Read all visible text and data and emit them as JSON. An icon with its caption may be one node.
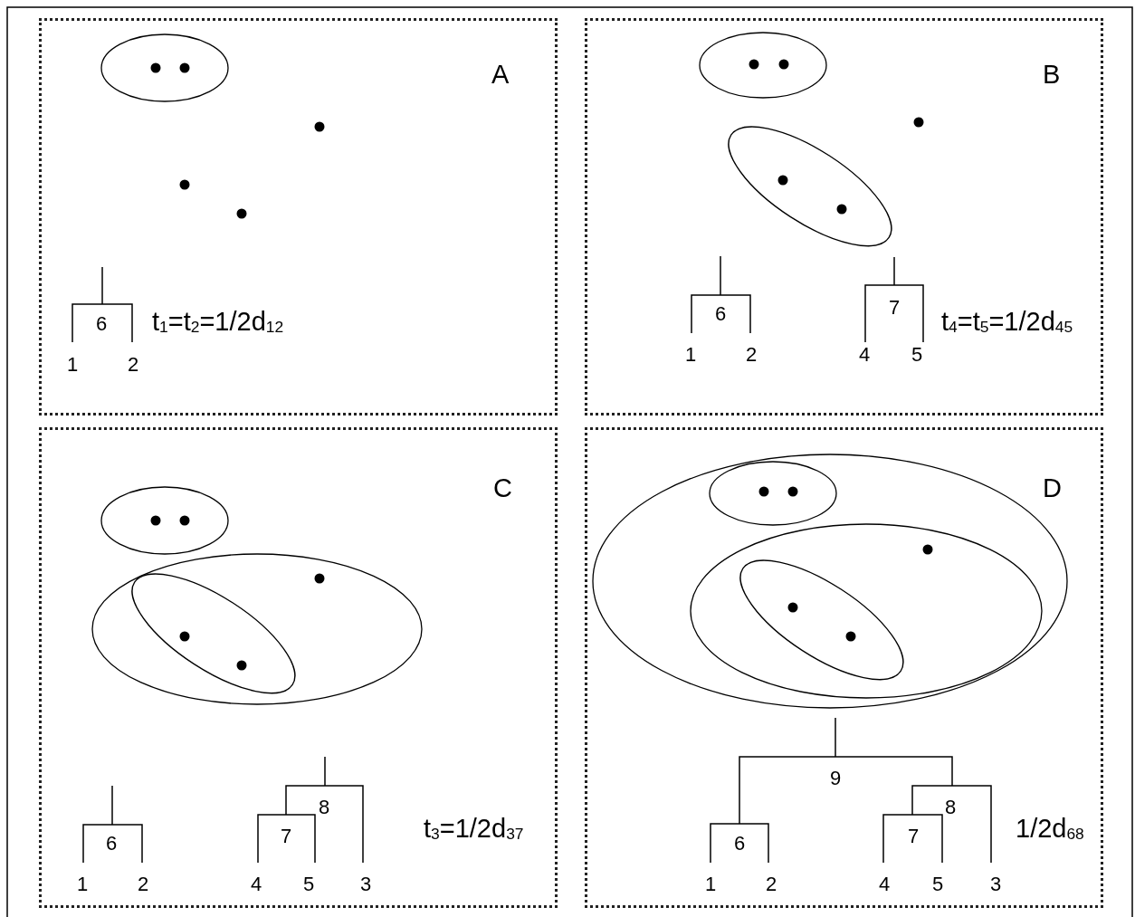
{
  "diagram": {
    "nodes": [
      {
        "text": [
          "A"
        ]
      },
      {
        "text": [],
        "shape": "ellipse",
        "in": 0
      },
      {
        "text": [
          "B"
        ]
      },
      {
        "text": [],
        "shape": "ellipse",
        "in": 2
      },
      {
        "text": [],
        "shape": "ellipse",
        "in": 2
      },
      {
        "text": [
          "C"
        ]
      },
      {
        "text": [],
        "shape": "ellipse",
        "in": 5
      },
      {
        "text": [],
        "shape": "ellipse",
        "in": 5
      },
      {
        "text": [],
        "shape": "ellipse",
        "in": 7
      },
      {
        "text": [
          "D"
        ]
      },
      {
        "text": [],
        "shape": "ellipse",
        "in": 9
      },
      {
        "text": [],
        "shape": "ellipse",
        "in": 10
      },
      {
        "text": [],
        "shape": "ellipse",
        "in": 10
      },
      {
        "text": [],
        "shape": "ellipse",
        "in": 12
      }
    ],
    "labels": [
      "6",
      "t$_{1}$=t$_{2}$=1/2d$_{12}$",
      "1",
      "2",
      "7",
      "6",
      "t$_{4}$=t$_{5}$=1/2d$_{45}$",
      "1",
      "2",
      "4",
      "5",
      "8",
      "t$_{3}$=1/2d$_{37}$",
      "7",
      "6",
      "1",
      "2",
      "4",
      "5",
      "3",
      "9",
      "8",
      "1/2d$_{68}$",
      "7",
      "6",
      "1",
      "2",
      "4",
      "5",
      "3"
    ]
  }
}
